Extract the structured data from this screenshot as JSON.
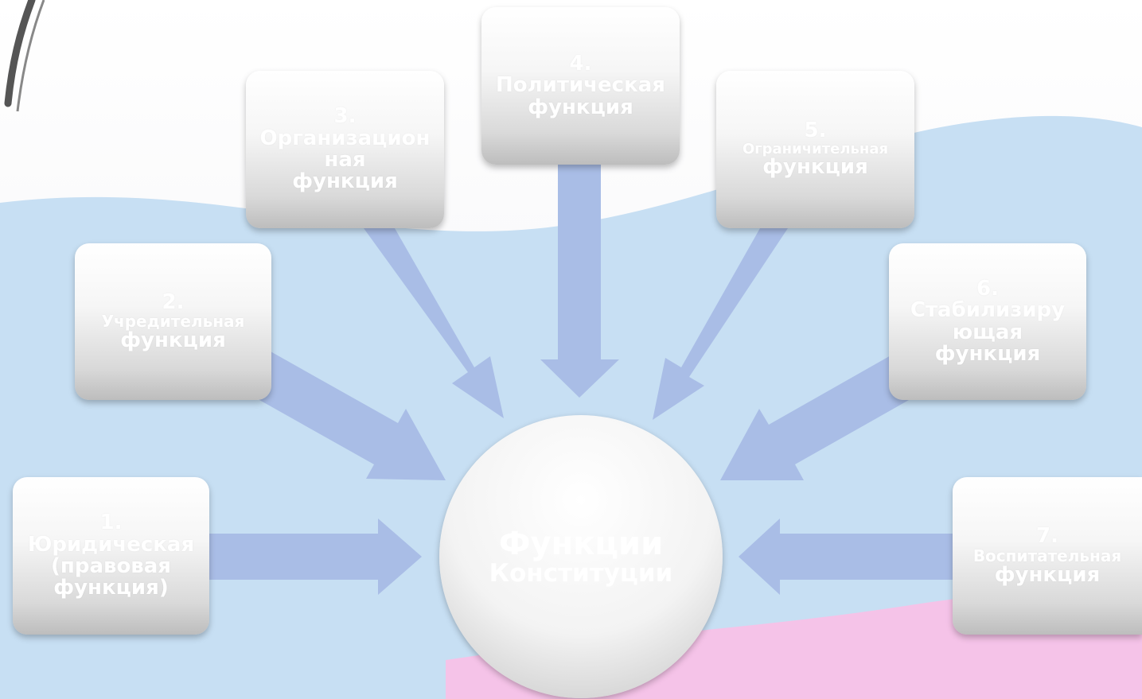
{
  "colors": {
    "arrow": "#a9bde6",
    "flag_white": "#ffffff",
    "flag_blue": "#c7dff3",
    "flag_red": "#f5c3e8"
  },
  "center": {
    "line1": "Функции",
    "line2": "Конституции"
  },
  "boxes": [
    {
      "num": "1.",
      "title": "Юридическая",
      "func": "(правовая функция)"
    },
    {
      "num": "2.",
      "title": "Учредительная",
      "func": "функция"
    },
    {
      "num": "3.",
      "title": "Организационная",
      "func": "функция"
    },
    {
      "num": "4.",
      "title": "Политическая",
      "func": "функция"
    },
    {
      "num": "5.",
      "title": "Ограничительная",
      "func": "функция"
    },
    {
      "num": "6.",
      "title": "Стабилизирующая",
      "func": "функция"
    },
    {
      "num": "7.",
      "title": "Воспитательная",
      "func": "функция"
    }
  ]
}
